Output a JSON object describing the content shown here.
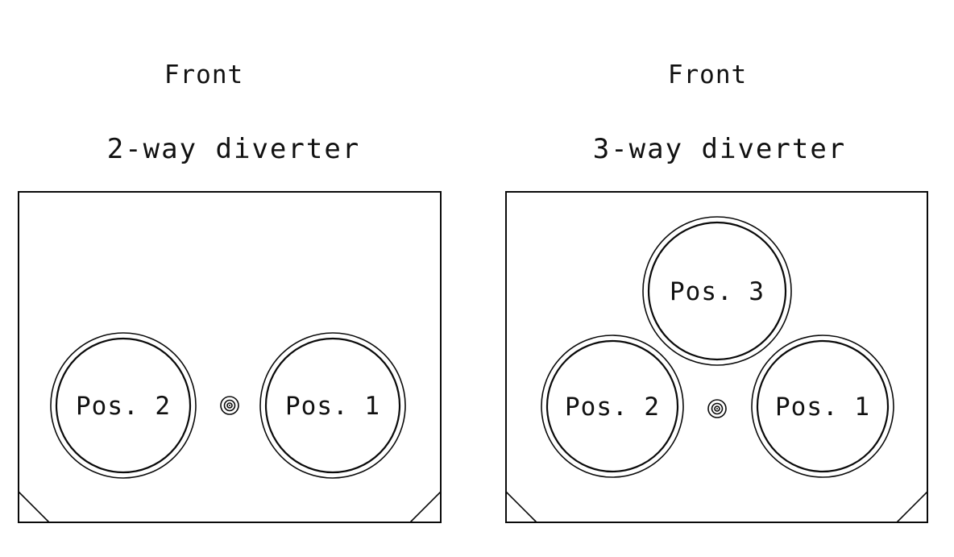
{
  "page": {
    "background_color": "#ffffff",
    "line_color": "#0a0a0a"
  },
  "diagrams": [
    {
      "front_label": "Front",
      "title": "2-way diverter",
      "positions": [
        {
          "label": "Pos. 2"
        },
        {
          "label": "Pos. 1"
        }
      ]
    },
    {
      "front_label": "Front",
      "title": "3-way diverter",
      "positions": [
        {
          "label": "Pos. 3"
        },
        {
          "label": "Pos. 2"
        },
        {
          "label": "Pos. 1"
        }
      ]
    }
  ]
}
